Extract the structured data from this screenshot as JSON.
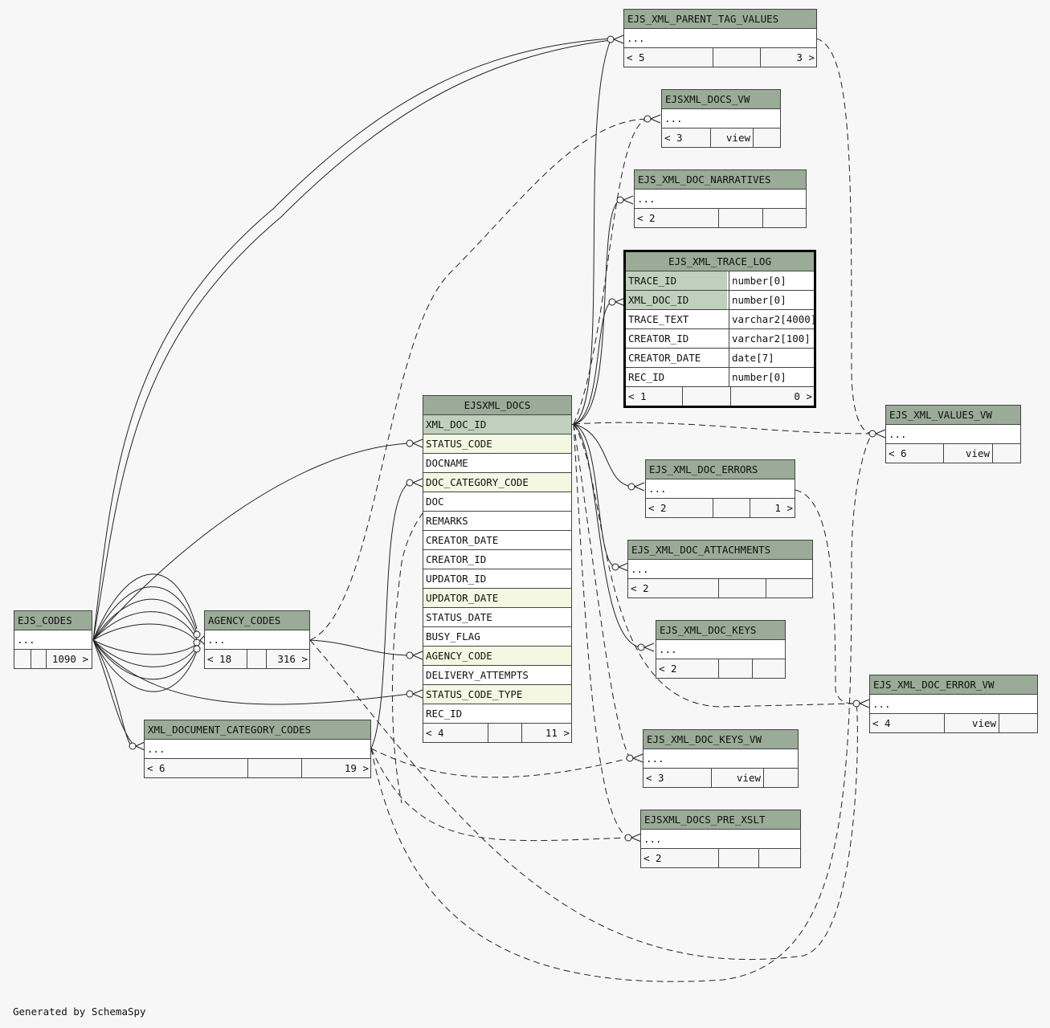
{
  "footer": {
    "generated": "Generated by SchemaSpy"
  },
  "tables": {
    "ejs_codes": {
      "name": "EJS_CODES",
      "ellipsis": "...",
      "left": "",
      "mid": "",
      "right": "1090 >"
    },
    "agency_codes": {
      "name": "AGENCY_CODES",
      "ellipsis": "...",
      "left": "< 18",
      "mid": "",
      "right": "316 >"
    },
    "xml_document_category_codes": {
      "name": "XML_DOCUMENT_CATEGORY_CODES",
      "ellipsis": "...",
      "left": "< 6",
      "mid": "",
      "right": "19 >"
    },
    "ejsxml_docs": {
      "name": "EJSXML_DOCS",
      "columns": [
        {
          "name": "XML_DOC_ID",
          "kind": "pk"
        },
        {
          "name": "STATUS_CODE",
          "kind": "fk"
        },
        {
          "name": "DOCNAME",
          "kind": ""
        },
        {
          "name": "DOC_CATEGORY_CODE",
          "kind": "fk"
        },
        {
          "name": "DOC",
          "kind": ""
        },
        {
          "name": "REMARKS",
          "kind": ""
        },
        {
          "name": "CREATOR_DATE",
          "kind": ""
        },
        {
          "name": "CREATOR_ID",
          "kind": ""
        },
        {
          "name": "UPDATOR_ID",
          "kind": ""
        },
        {
          "name": "UPDATOR_DATE",
          "kind": "fk"
        },
        {
          "name": "STATUS_DATE",
          "kind": ""
        },
        {
          "name": "BUSY_FLAG",
          "kind": ""
        },
        {
          "name": "AGENCY_CODE",
          "kind": "fk"
        },
        {
          "name": "DELIVERY_ATTEMPTS",
          "kind": ""
        },
        {
          "name": "STATUS_CODE_TYPE",
          "kind": "fk"
        },
        {
          "name": "REC_ID",
          "kind": ""
        }
      ],
      "left": "< 4",
      "mid": "",
      "right": "11 >"
    },
    "ejs_xml_parent_tag_values": {
      "name": "EJS_XML_PARENT_TAG_VALUES",
      "ellipsis": "...",
      "left": "< 5",
      "mid": "",
      "right": "3 >"
    },
    "ejsxml_docs_vw": {
      "name": "EJSXML_DOCS_VW",
      "ellipsis": "...",
      "left": "< 3",
      "mid": "view",
      "right": ""
    },
    "ejs_xml_doc_narratives": {
      "name": "EJS_XML_DOC_NARRATIVES",
      "ellipsis": "...",
      "left": "< 2",
      "mid": "",
      "right": ""
    },
    "ejs_xml_trace_log": {
      "name": "EJS_XML_TRACE_LOG",
      "columns": [
        {
          "name": "TRACE_ID",
          "type": "number[0]",
          "kind": "pk"
        },
        {
          "name": "XML_DOC_ID",
          "type": "number[0]",
          "kind": "pk"
        },
        {
          "name": "TRACE_TEXT",
          "type": "varchar2[4000]",
          "kind": ""
        },
        {
          "name": "CREATOR_ID",
          "type": "varchar2[100]",
          "kind": ""
        },
        {
          "name": "CREATOR_DATE",
          "type": "date[7]",
          "kind": ""
        },
        {
          "name": "REC_ID",
          "type": "number[0]",
          "kind": ""
        }
      ],
      "left": "< 1",
      "mid": "",
      "right": "0 >"
    },
    "ejs_xml_values_vw": {
      "name": "EJS_XML_VALUES_VW",
      "ellipsis": "...",
      "left": "< 6",
      "mid": "view",
      "right": ""
    },
    "ejs_xml_doc_errors": {
      "name": "EJS_XML_DOC_ERRORS",
      "ellipsis": "...",
      "left": "< 2",
      "mid": "",
      "right": "1 >"
    },
    "ejs_xml_doc_attachments": {
      "name": "EJS_XML_DOC_ATTACHMENTS",
      "ellipsis": "...",
      "left": "< 2",
      "mid": "",
      "right": ""
    },
    "ejs_xml_doc_keys": {
      "name": "EJS_XML_DOC_KEYS",
      "ellipsis": "...",
      "left": "< 2",
      "mid": "",
      "right": ""
    },
    "ejs_xml_doc_error_vw": {
      "name": "EJS_XML_DOC_ERROR_VW",
      "ellipsis": "...",
      "left": "< 4",
      "mid": "view",
      "right": ""
    },
    "ejs_xml_doc_keys_vw": {
      "name": "EJS_XML_DOC_KEYS_VW",
      "ellipsis": "...",
      "left": "< 3",
      "mid": "view",
      "right": ""
    },
    "ejsxml_docs_pre_xslt": {
      "name": "EJSXML_DOCS_PRE_XSLT",
      "ellipsis": "...",
      "left": "< 2",
      "mid": "",
      "right": ""
    }
  }
}
